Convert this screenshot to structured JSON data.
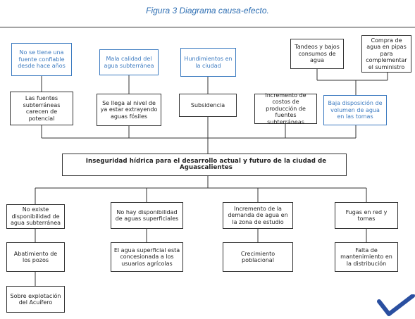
{
  "caption": "Figura 3 Diagrama causa-efecto.",
  "central_problem": "Inseguridad hídrica para el desarrollo actual y futuro de la ciudad de Aguascalientes",
  "top_causes": {
    "fuentes_sub": "No se tiene una fuente confiable desde hace años",
    "mala_calidad": "Mala calidad del agua subterránea",
    "hundimientos": "Hundimientos en la ciudad",
    "tandeos": "Tandeos y bajos consumos de agua",
    "pipas": "Compra de agua en pipas para complementar el suministro"
  },
  "top_effects": {
    "carecen": "Las fuentes subterráneas carecen de potencial",
    "fosiles": "Se llega al nivel de ya estar extrayendo aguas fósiles",
    "subsidencia": "Subsidencia",
    "costos": "Incremento de costos de producción de fuentes subterráneas",
    "baja": "Baja disposición de volumen de agua en las tomas"
  },
  "bottom_causes": {
    "no_existe": "No existe disponibilidad de agua subterránea",
    "superficiales": "No hay disponibilidad de aguas superficiales",
    "demanda": "Incremento de la demanda de agua en la zona de estudio",
    "fugas": "Fugas en red y tomas"
  },
  "bottom_sub": {
    "abatimiento": "Abatimiento de los pozos",
    "concesionada": "El agua superficial esta concesionada a los usuarios agrícolas",
    "crecimiento": "Crecimiento poblacional",
    "mantenimiento": "Falta de mantenimiento en la distribución",
    "sobreexplotacion": "Sobre explotación del Acuífero"
  },
  "colors": {
    "border": "#333333",
    "blue_accent": "#3b7ac0",
    "caption": "#2f6fb3",
    "corner_mark": "#2a4fa0"
  }
}
